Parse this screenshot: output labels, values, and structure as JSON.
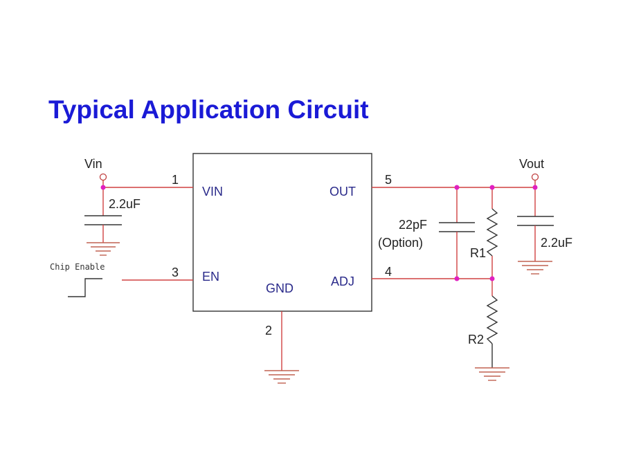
{
  "title": "Typical Application Circuit",
  "ic": {
    "pins": {
      "vin": "VIN",
      "en": "EN",
      "gnd": "GND",
      "out": "OUT",
      "adj": "ADJ"
    },
    "pin_numbers": {
      "vin": "1",
      "en": "3",
      "gnd": "2",
      "out": "5",
      "adj": "4"
    }
  },
  "labels": {
    "vin": "Vin",
    "vout": "Vout",
    "cin": "2.2uF",
    "cout": "2.2uF",
    "cff_value": "22pF",
    "cff_note": "(Option)",
    "r1": "R1",
    "r2": "R2",
    "chip_enable": "Chip Enable"
  },
  "colors": {
    "title": "#1a1ad6",
    "wire": "#d04040",
    "junction": "#e020c0"
  }
}
